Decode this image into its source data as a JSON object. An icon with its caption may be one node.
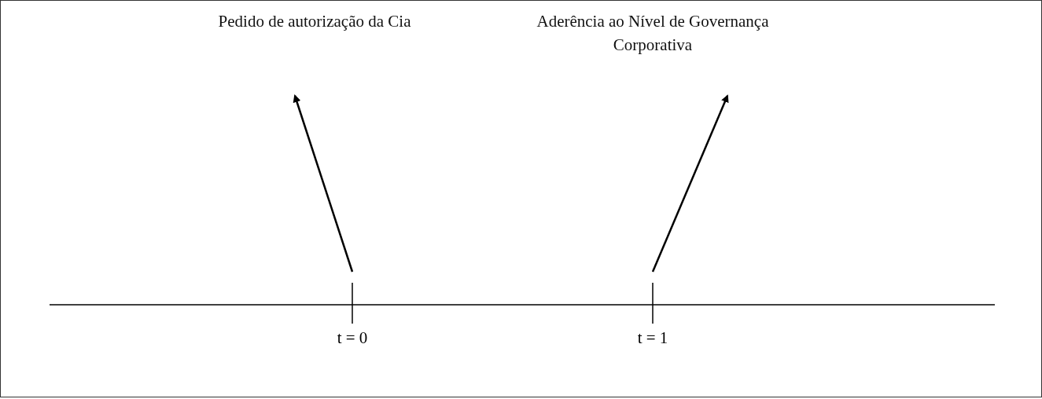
{
  "diagram": {
    "nodes": [
      {
        "text": [
          "Pedido de autorização da Cia"
        ]
      },
      {
        "text": [
          "Aderência ao Nível de Governança Corporativa"
        ]
      },
      {
        "text": [
          "t = 0"
        ]
      },
      {
        "text": [
          "t = 1"
        ]
      }
    ],
    "edges": [
      {
        "from": 2,
        "to": 0,
        "arrow": "to"
      },
      {
        "from": 3,
        "to": 1,
        "arrow": "to"
      }
    ]
  }
}
